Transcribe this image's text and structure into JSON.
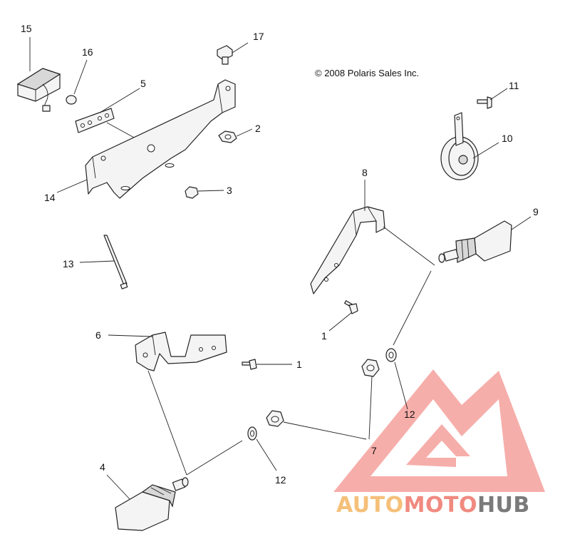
{
  "copyright": "© 2008 Polaris Sales Inc.",
  "watermark": {
    "brand_parts": [
      "AUTO",
      "MOTO",
      "HUB"
    ],
    "colors": {
      "auto": "#f5c07a",
      "moto": "#f08a80",
      "hub": "#7a7a7a",
      "logo": "#f59a96"
    }
  },
  "callouts": {
    "p15": "15",
    "p16": "16",
    "p17": "17",
    "p5": "5",
    "p2": "2",
    "p3": "3",
    "p14": "14",
    "p11": "11",
    "p10": "10",
    "p8": "8",
    "p9": "9",
    "p13": "13",
    "p1a": "1",
    "p6": "6",
    "p1b": "1",
    "p12a": "12",
    "p7": "7",
    "p12b": "12",
    "p4": "4"
  }
}
